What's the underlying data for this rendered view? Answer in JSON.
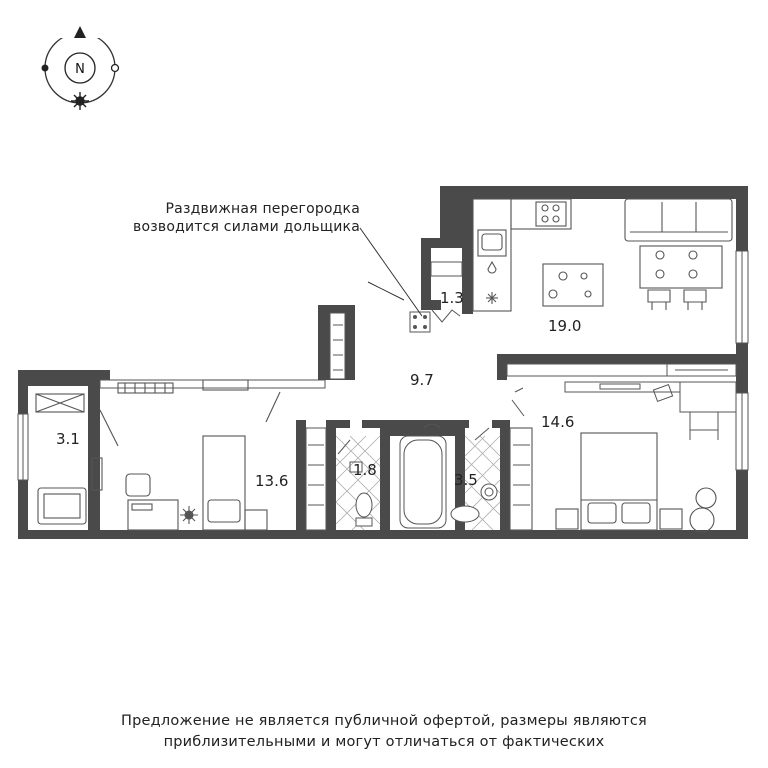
{
  "compass": {
    "label": "N"
  },
  "notes": {
    "partition": [
      "Раздвижная перегородка",
      "возводится силами дольщика"
    ],
    "disclaimer": [
      "Предложение не является публичной офертой, размеры являются",
      "приблизительными и могут отличаться от фактических"
    ]
  },
  "rooms": {
    "kitchen": "19.0",
    "hall": "9.7",
    "storage": "1.3",
    "balcony": "3.1",
    "bedroom_left": "13.6",
    "wc": "1.8",
    "bathroom": "3.5",
    "bedroom_right": "14.6"
  },
  "colors": {
    "wall": "#4a4a4a",
    "line": "#555555",
    "tile": "#9a9a9a"
  }
}
